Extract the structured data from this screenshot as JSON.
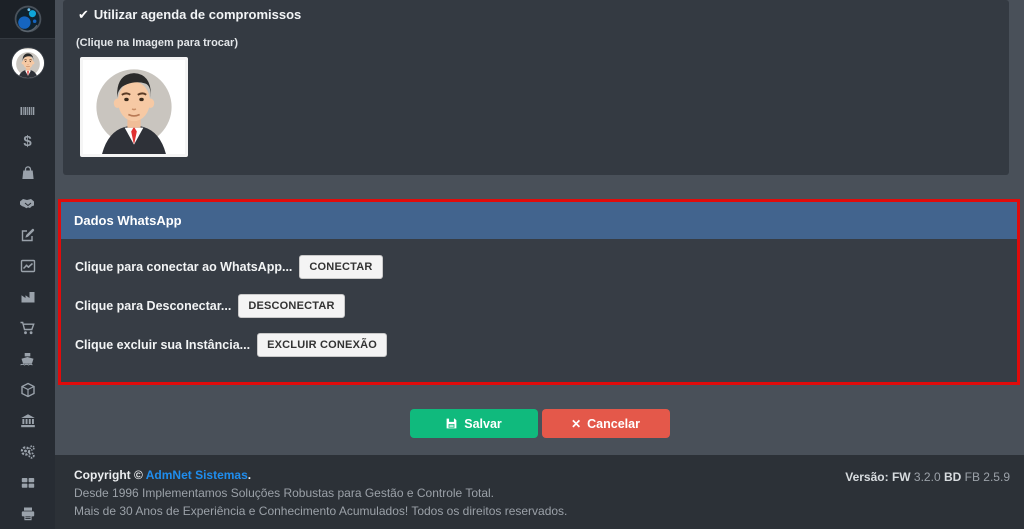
{
  "form": {
    "agenda_checkbox_label": "Utilizar agenda de compromissos",
    "agenda_checked": true,
    "image_hint": "(Clique na Imagem para trocar)"
  },
  "whatsapp": {
    "title": "Dados WhatsApp",
    "rows": [
      {
        "label": "Clique para conectar ao WhatsApp...",
        "button": "CONECTAR"
      },
      {
        "label": "Clique para Desconectar...",
        "button": "DESCONECTAR"
      },
      {
        "label": "Clique excluir sua Instância...",
        "button": "EXCLUIR CONEXÃO"
      }
    ]
  },
  "actions": {
    "save_label": "Salvar",
    "cancel_label": "Cancelar"
  },
  "footer": {
    "copyright_prefix": "Copyright © ",
    "company": "AdmNet Sistemas",
    "copyright_suffix": ".",
    "line2": "Desde 1996 Implementamos Soluções Robustas para Gestão e Controle Total.",
    "line3": "Mais de 30 Anos de Experiência e Conhecimento Acumulados! Todos os direitos reservados.",
    "version": {
      "label": "Versão: ",
      "fw_label": "FW",
      "fw_value": " 3.2.0  ",
      "bd_label": "BD",
      "bd_value": " FB 2.5.9"
    }
  },
  "icons": {
    "check": "✔",
    "close": "✕",
    "dollar": "$"
  },
  "colors": {
    "accent_header_blue": "#42648e",
    "highlight_red_border": "#e00b0b",
    "save_green": "#10ba7d",
    "cancel_red": "#e4584a",
    "link_blue": "#1f8dee",
    "sidebar_bg": "#272c33",
    "card_bg": "#343a42",
    "footer_bg": "#2c3137"
  }
}
